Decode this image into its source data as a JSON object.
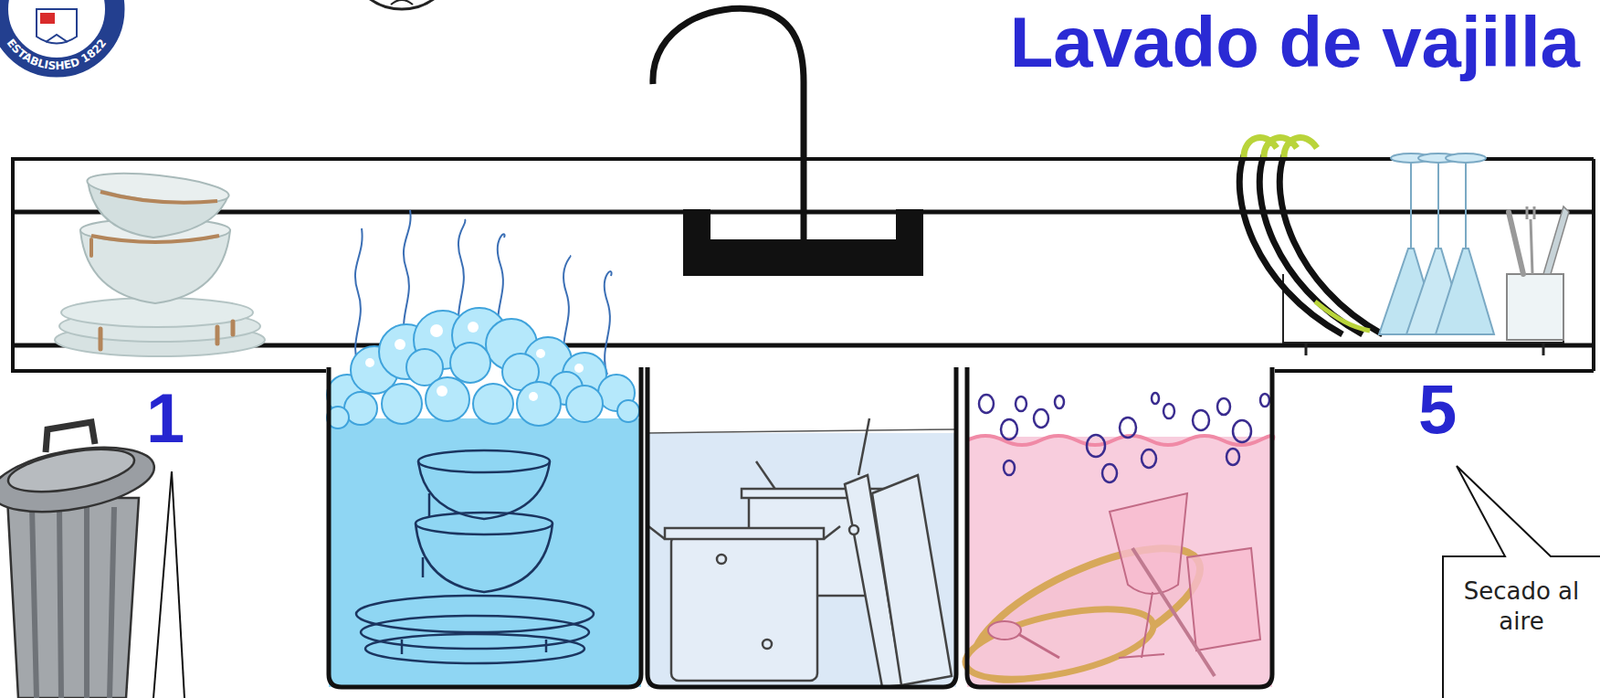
{
  "diagram": {
    "title": "Lavado de vajilla",
    "nodes": [
      {
        "text": [
          "Secado al aire"
        ]
      }
    ],
    "labels": [
      "1",
      "5",
      "ESTABLISHED 1822"
    ]
  }
}
